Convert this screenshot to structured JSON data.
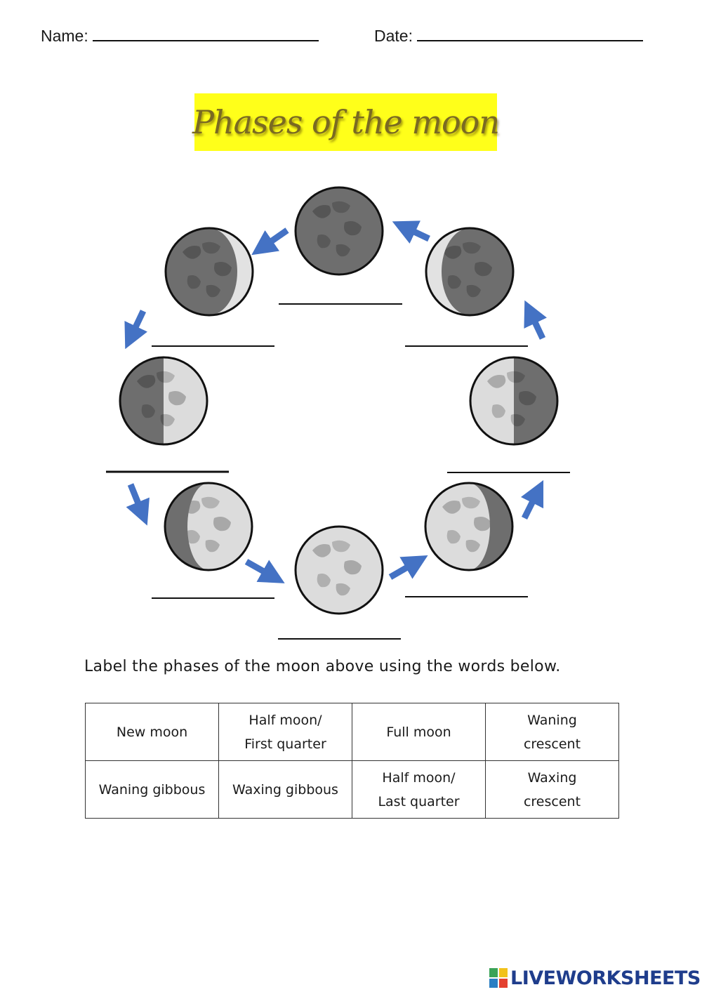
{
  "header": {
    "name_label": "Name:",
    "date_label": "Date:"
  },
  "title": "Phases of the moon",
  "instruction": "Label the phases of the moon above using the words below.",
  "word_bank": [
    [
      {
        "l1": "New moon",
        "l2": ""
      },
      {
        "l1": "Half moon/",
        "l2": "First quarter"
      },
      {
        "l1": "Full moon",
        "l2": ""
      },
      {
        "l1": "Waning",
        "l2": "crescent"
      }
    ],
    [
      {
        "l1": "Waning gibbous",
        "l2": ""
      },
      {
        "l1": "Waxing gibbous",
        "l2": ""
      },
      {
        "l1": "Half moon/",
        "l2": "Last quarter"
      },
      {
        "l1": "Waxing",
        "l2": "crescent"
      }
    ]
  ],
  "brand": "LIVEWORKSHEETS",
  "colors": {
    "title_highlight": "#ffff1a",
    "title_text": "#7a6a22",
    "arrow": "#4472c4",
    "moon_dark": "#6e6e6e",
    "moon_light": "#d9d9d9",
    "brand_text": "#1f3d8c"
  },
  "icons": [
    "moon-phase-icon",
    "arrow-icon",
    "liveworksheets-logo-icon"
  ]
}
